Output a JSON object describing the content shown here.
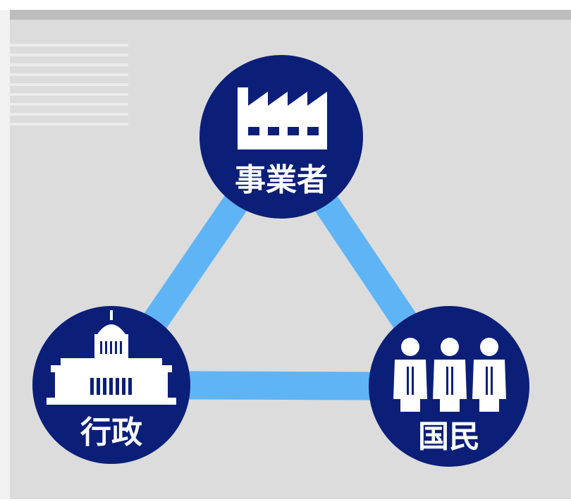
{
  "diagram": {
    "nodes": [
      {
        "id": "business",
        "label": "事業者",
        "icon": "factory-icon"
      },
      {
        "id": "government",
        "label": "行政",
        "icon": "parliament-building-icon"
      },
      {
        "id": "citizens",
        "label": "国民",
        "icon": "people-icon"
      }
    ],
    "edges": [
      {
        "from": "business",
        "to": "government"
      },
      {
        "from": "business",
        "to": "citizens"
      },
      {
        "from": "government",
        "to": "citizens"
      }
    ]
  },
  "colors": {
    "background": "#dcdcdc",
    "node_fill": "#0b1f78",
    "edge": "#5fb4f5",
    "icon": "#ffffff"
  }
}
